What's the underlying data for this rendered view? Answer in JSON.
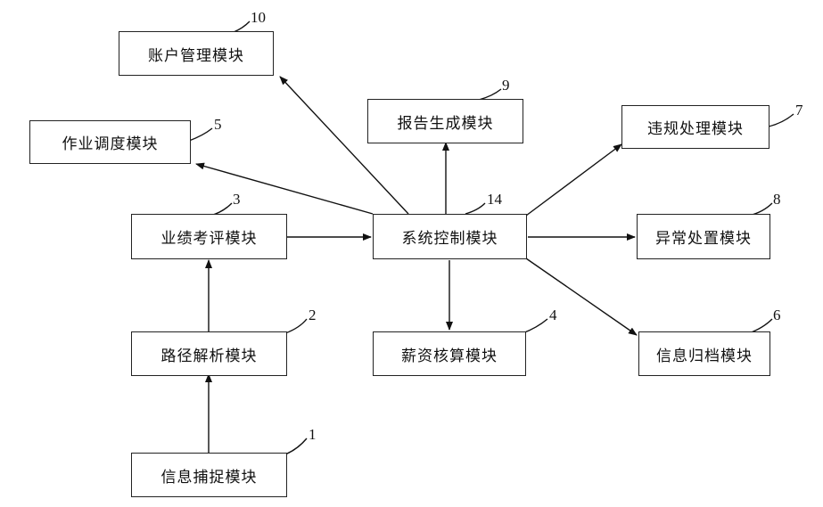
{
  "modules": {
    "m10": {
      "label": "账户管理模块",
      "number": "10"
    },
    "m9": {
      "label": "报告生成模块",
      "number": "9"
    },
    "m7": {
      "label": "违规处理模块",
      "number": "7"
    },
    "m5": {
      "label": "作业调度模块",
      "number": "5"
    },
    "m3": {
      "label": "业绩考评模块",
      "number": "3"
    },
    "m14": {
      "label": "系统控制模块",
      "number": "14"
    },
    "m8": {
      "label": "异常处置模块",
      "number": "8"
    },
    "m2": {
      "label": "路径解析模块",
      "number": "2"
    },
    "m4": {
      "label": "薪资核算模块",
      "number": "4"
    },
    "m6": {
      "label": "信息归档模块",
      "number": "6"
    },
    "m1": {
      "label": "信息捕捉模块",
      "number": "1"
    }
  }
}
